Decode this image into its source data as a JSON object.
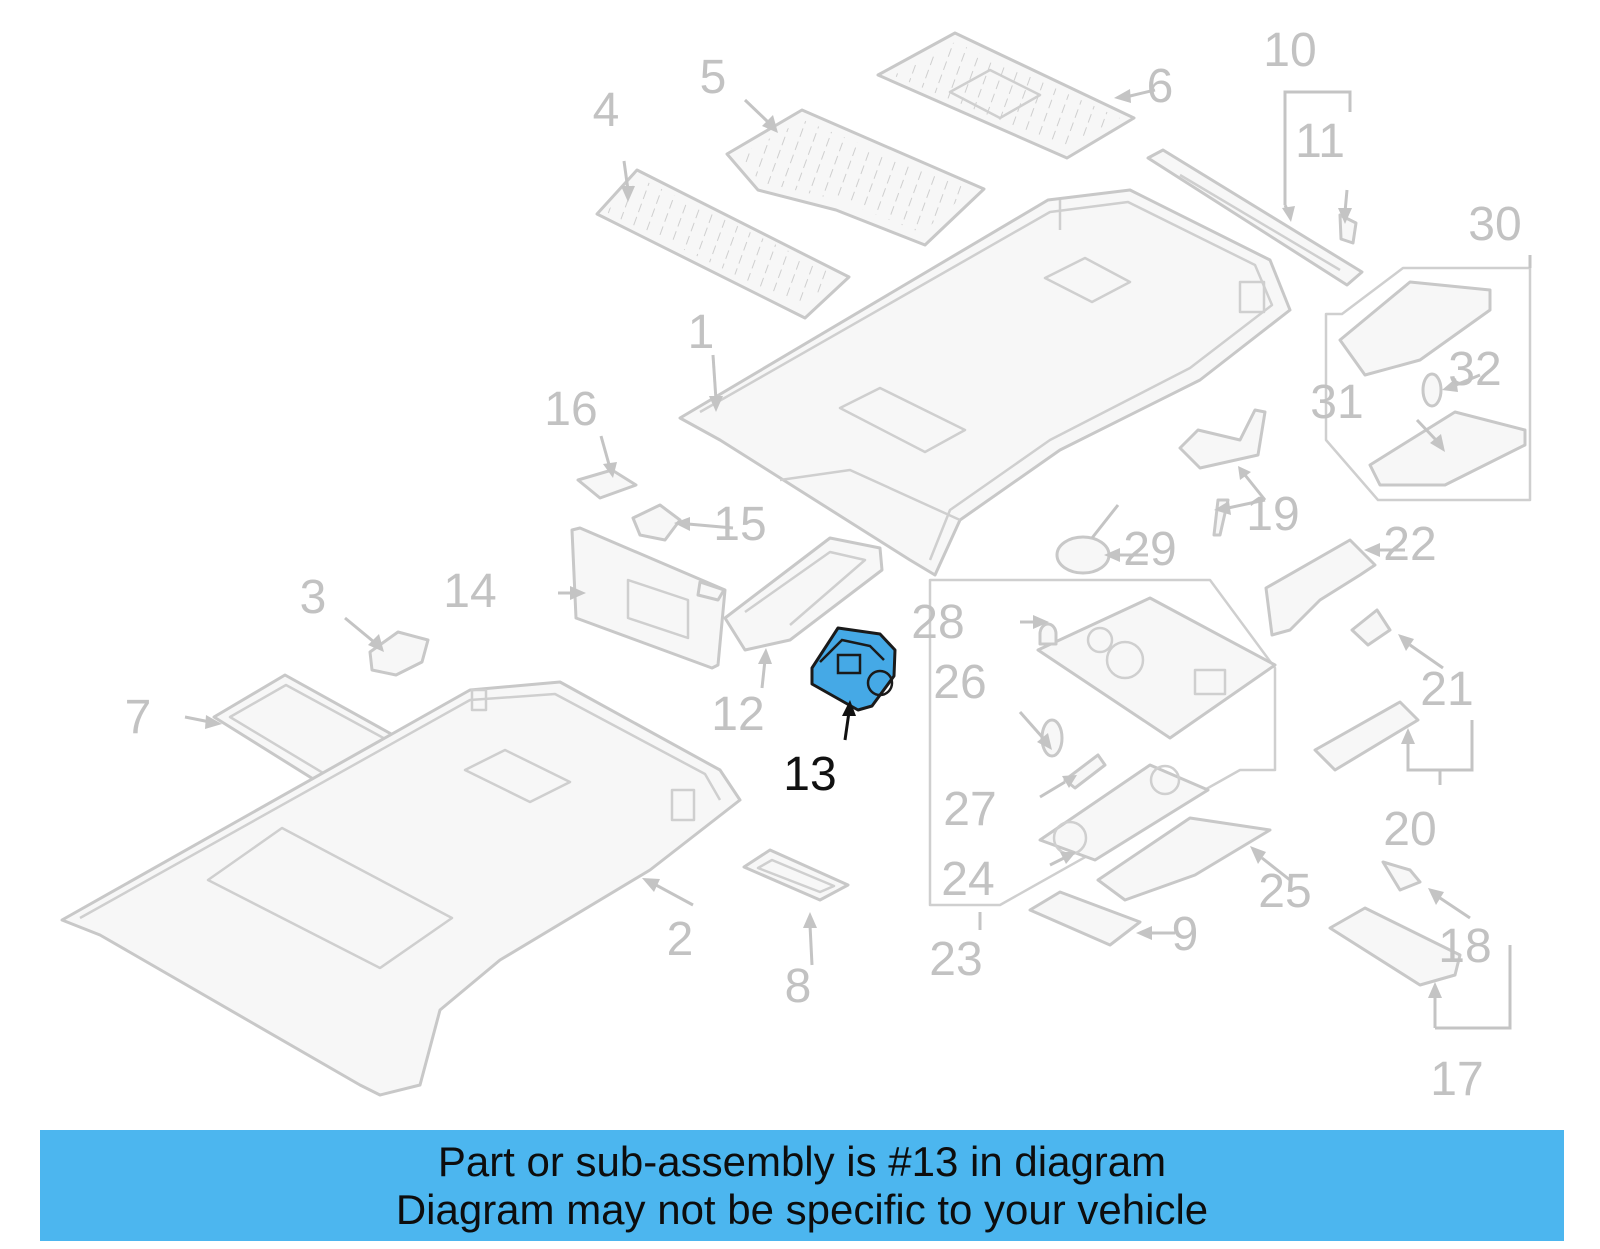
{
  "callouts": {
    "c1": "1",
    "c2": "2",
    "c3": "3",
    "c4": "4",
    "c5": "5",
    "c6": "6",
    "c7": "7",
    "c8": "8",
    "c9": "9",
    "c10": "10",
    "c11": "11",
    "c12": "12",
    "c13": "13",
    "c14": "14",
    "c15": "15",
    "c16": "16",
    "c17": "17",
    "c18": "18",
    "c19": "19",
    "c20": "20",
    "c21": "21",
    "c22": "22",
    "c23": "23",
    "c24": "24",
    "c25": "25",
    "c26": "26",
    "c27": "27",
    "c28": "28",
    "c29": "29",
    "c30": "30",
    "c31": "31",
    "c32": "32"
  },
  "highlighted_part": "13",
  "colors": {
    "highlight": "#45a9e6",
    "banner": "#4cb6ef",
    "callout_gray": "#c2c2c2"
  },
  "banner": {
    "line1": "Part or sub-assembly is #13 in diagram",
    "line2": "Diagram may not be specific to your vehicle"
  }
}
